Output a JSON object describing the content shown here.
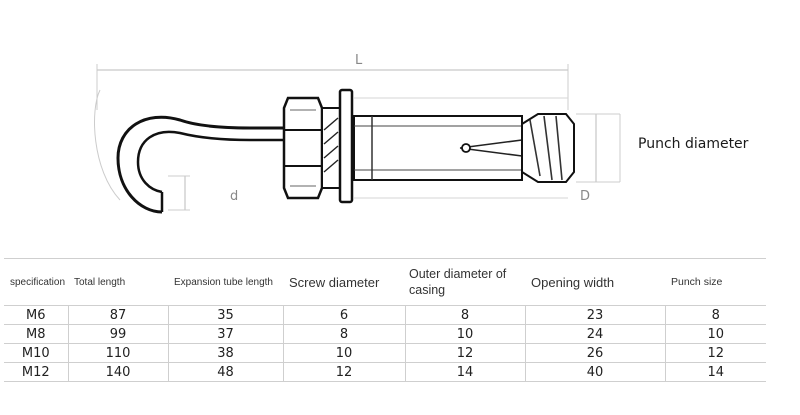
{
  "diagram": {
    "length_label": "L",
    "screw_label": "d",
    "casing_label": "D",
    "punch_label": "Punch diameter"
  },
  "table": {
    "headers": [
      "specification",
      "Total length",
      "Expansion tube length",
      "Screw diameter",
      "Outer diameter of casing",
      "Opening width",
      "Punch size"
    ],
    "rows": [
      [
        "M6",
        "87",
        "35",
        "6",
        "8",
        "23",
        "8"
      ],
      [
        "M8",
        "99",
        "37",
        "8",
        "10",
        "24",
        "10"
      ],
      [
        "M10",
        "110",
        "38",
        "10",
        "12",
        "26",
        "12"
      ],
      [
        "M12",
        "140",
        "48",
        "12",
        "14",
        "40",
        "14"
      ]
    ]
  }
}
